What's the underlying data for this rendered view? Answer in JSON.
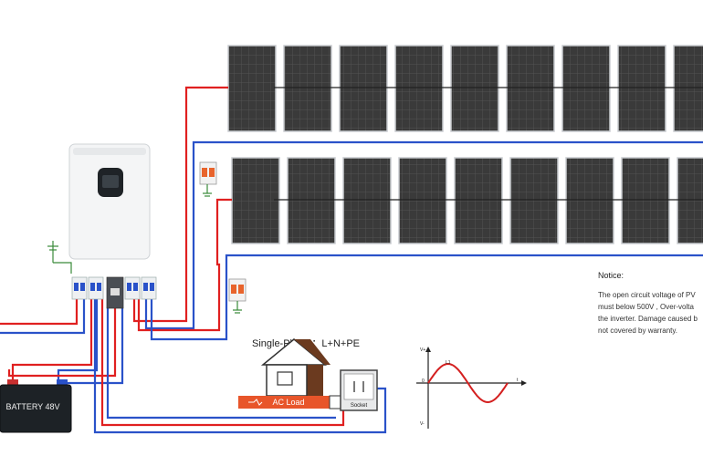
{
  "diagram": {
    "system_label": "Single-Phase：L+N+PE",
    "battery_label": "BATTERY 48V",
    "ac_load_label": "AC Load",
    "socket_label": "Socket",
    "sine_wave": {
      "v_plus": "V+",
      "v_minus": "V-",
      "l1": "L1",
      "zero": "0",
      "t": "t"
    },
    "pv_rows": [
      {
        "name": "pv-string-1",
        "panel_count": 9
      },
      {
        "name": "pv-string-2",
        "panel_count": 9
      }
    ],
    "colors": {
      "positive_wire": "#e02020",
      "negative_wire": "#2a52c9",
      "panel_fill": "#3d3d3d",
      "inverter_body": "#f4f5f6",
      "breaker_orange": "#e8642c",
      "house_roof": "#6b3a1f",
      "ac_load_bar": "#e8552a"
    }
  },
  "notice": {
    "title": "Notice:",
    "lines": [
      "The open circuit voltage of PV",
      "must below 500V , Over-volta",
      "the inverter. Damage caused b",
      "not covered by warranty."
    ]
  }
}
